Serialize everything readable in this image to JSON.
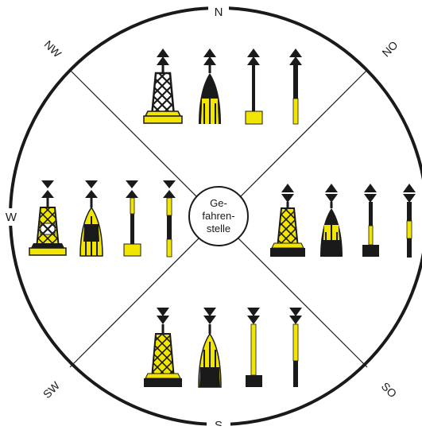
{
  "compass": {
    "north": "N",
    "northeast": "NO",
    "east": "",
    "southeast": "SO",
    "south": "S",
    "southwest": "SW",
    "west": "W",
    "northwest": "NW"
  },
  "center": {
    "line1": "Ge-",
    "line2": "fahren-",
    "line3": "stelle"
  },
  "colors": {
    "yellow": "#f2e600",
    "black": "#1a1a1a",
    "background": "#ffffff"
  },
  "marks": {
    "north": {
      "topmark": "two-cones-pointing-up",
      "pattern": "black-over-yellow",
      "buoy_types": [
        "lattice-beacon",
        "spar-buoy",
        "pillar-stake",
        "pole"
      ]
    },
    "east": {
      "topmark": "two-cones-base-to-base",
      "pattern": "black-yellow-black",
      "buoy_types": [
        "lattice-beacon",
        "spar-buoy",
        "pillar-stake",
        "pole"
      ]
    },
    "south": {
      "topmark": "two-cones-pointing-down",
      "pattern": "yellow-over-black",
      "buoy_types": [
        "lattice-beacon",
        "spar-buoy",
        "pillar-stake",
        "pole"
      ]
    },
    "west": {
      "topmark": "two-cones-point-to-point",
      "pattern": "yellow-black-yellow",
      "buoy_types": [
        "lattice-beacon",
        "spar-buoy",
        "pillar-stake",
        "pole"
      ]
    }
  }
}
